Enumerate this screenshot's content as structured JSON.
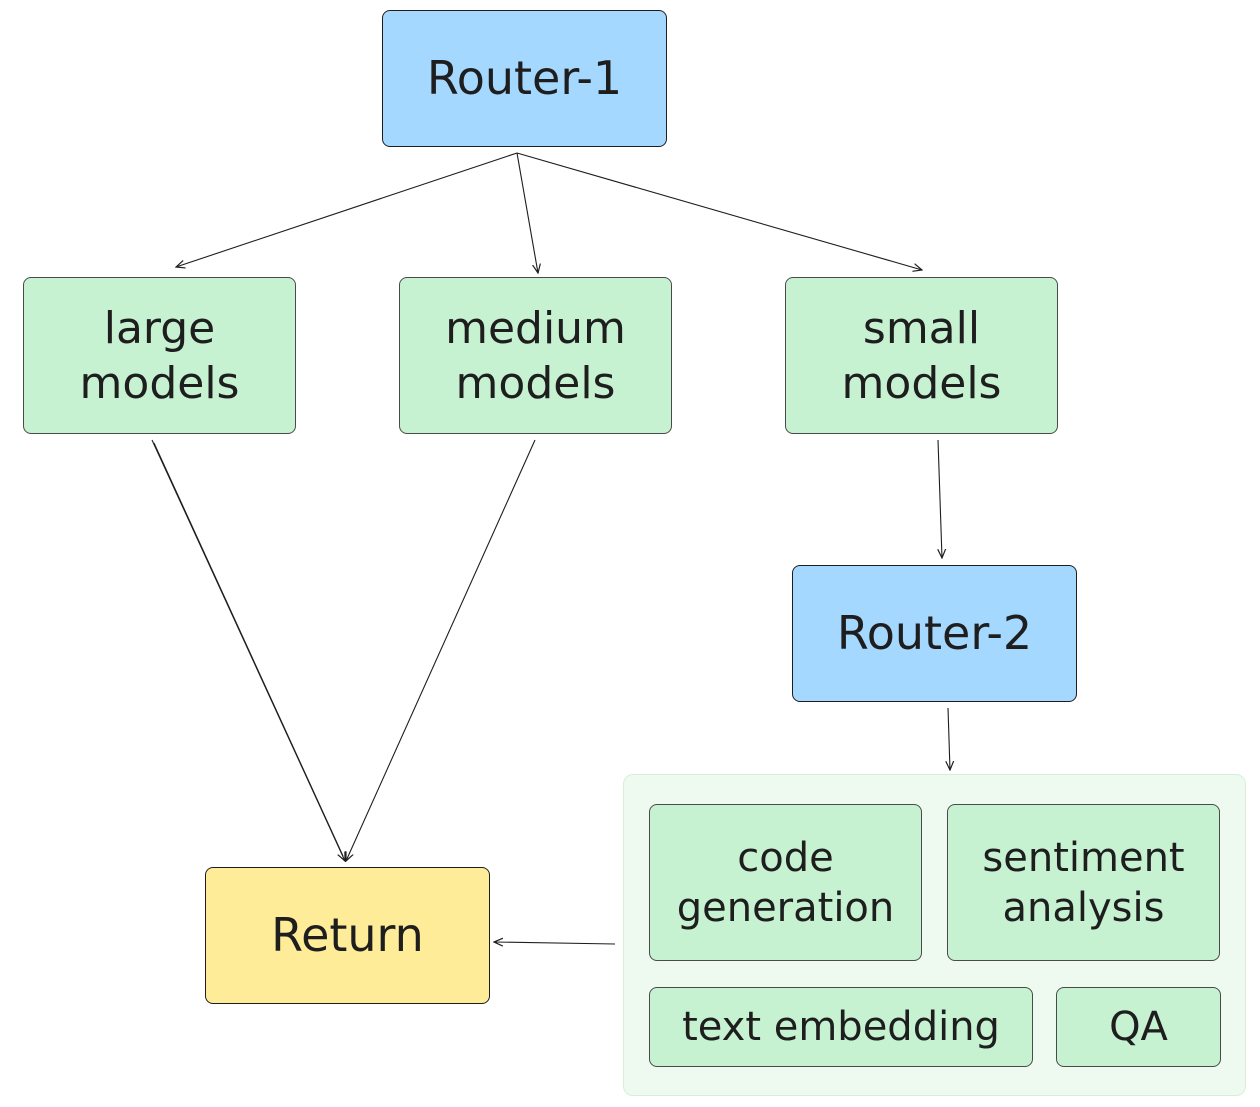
{
  "nodes": {
    "router1": "Router-1",
    "large_models": "large\nmodels",
    "medium_models": "medium\nmodels",
    "small_models": "small\nmodels",
    "router2": "Router-2",
    "return": "Return"
  },
  "tasks": {
    "code_generation": "code\ngeneration",
    "sentiment_analysis": "sentiment\nanalysis",
    "text_embedding": "text embedding",
    "qa": "QA"
  },
  "colors": {
    "router_fill": "#a5d8ff",
    "model_fill": "#c6f2d2",
    "return_fill": "#ffec99",
    "group_fill": "#eefaf0",
    "stroke": "#1e1e1e"
  }
}
